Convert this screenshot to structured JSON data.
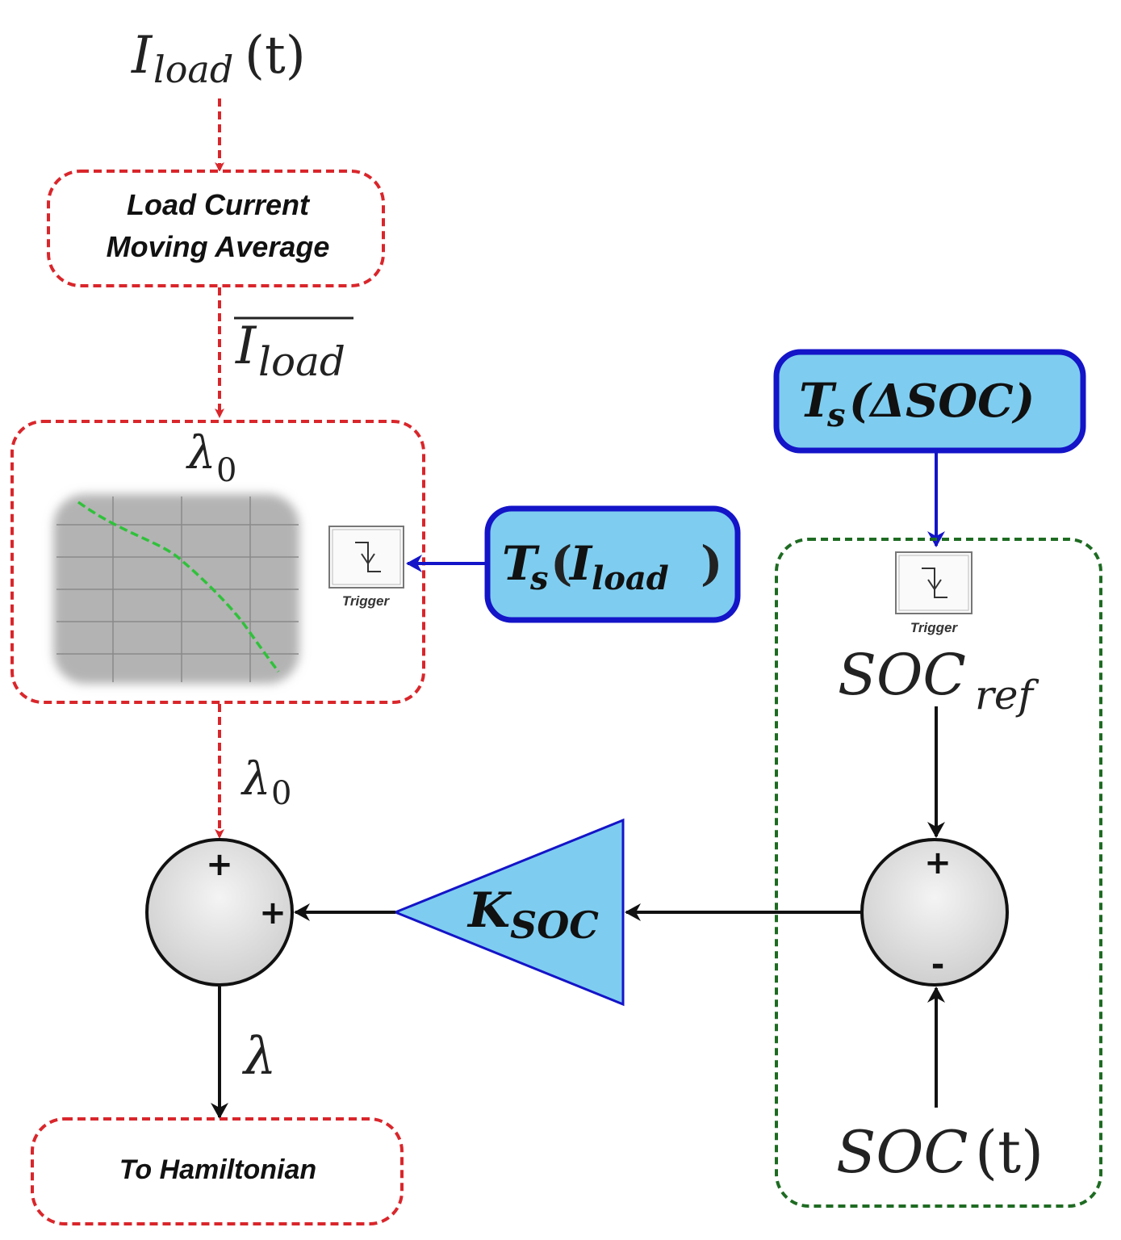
{
  "colors": {
    "red_dashed": "#d9262b",
    "green_dashed": "#1e6b22",
    "blue": "#1414c8",
    "light_blue_fill": "#7ecdf0",
    "black": "#111111"
  },
  "signals": {
    "iload_main": "I",
    "iload_sub": "load",
    "iload_arg": "(t)",
    "iload_avg_main": "I",
    "iload_avg_sub": "load",
    "lambda0_main": "λ",
    "lambda0_sub": "0",
    "lambda": "λ",
    "socref_main": "SOC",
    "socref_sub": "ref",
    "soct_main": "SOC",
    "soct_arg": "(t)"
  },
  "blocks": {
    "moving_average_line1": "Load Current",
    "moving_average_line2": "Moving Average",
    "to_hamiltonian": "To Hamiltonian",
    "ts_iload_main": "T",
    "ts_iload_sub": "s",
    "ts_iload_arg_open": "(",
    "ts_iload_arg_main": "I",
    "ts_iload_arg_sub": "load",
    "ts_iload_arg_close": ")",
    "ts_dsoc_main": "T",
    "ts_dsoc_sub": "s",
    "ts_dsoc_arg": "(ΔSOC)",
    "gain_main": "K",
    "gain_sub": "SOC",
    "lookup_label_main": "λ",
    "lookup_label_sub": "0",
    "trigger_label": "Trigger"
  },
  "summers": {
    "left_top_sign": "+",
    "left_right_sign": "+",
    "right_top_sign": "+",
    "right_bottom_sign": "-"
  }
}
